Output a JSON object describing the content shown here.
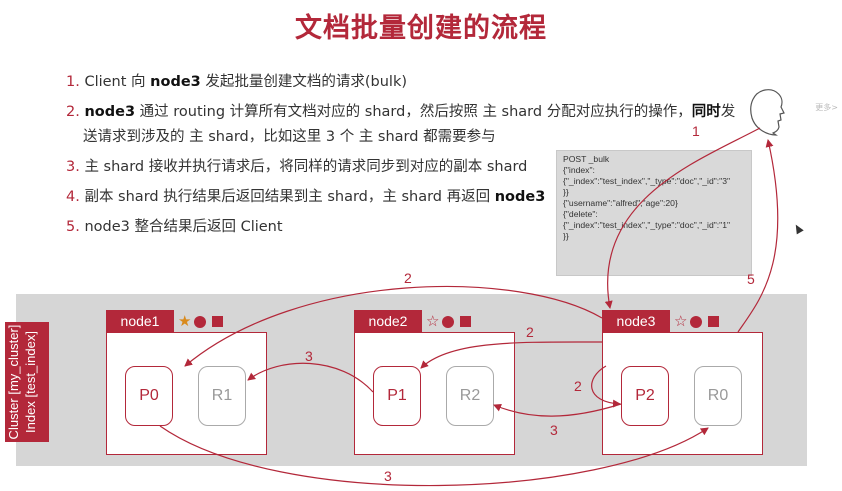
{
  "title": "文档批量创建的流程",
  "steps": [
    {
      "num": "1.",
      "parts": [
        "Client 向 ",
        "node3",
        " 发起批量创建文档的请求(bulk)"
      ]
    },
    {
      "num": "2.",
      "parts": [
        "node3",
        " 通过 routing 计算所有文档对应的 shard，然后按照 主 shard 分配对应执行的操作，",
        "同时",
        "发"
      ]
    },
    {
      "cont": "送请求到涉及的 主 shard，比如这里 3 个 主 shard 都需要参与"
    },
    {
      "num": "3.",
      "text": "主 shard 接收并执行请求后，将同样的请求同步到对应的副本 shard"
    },
    {
      "num": "4.",
      "parts": [
        "副本 shard 执行结果后返回结果到主 shard，主 shard 再返回 ",
        "node3"
      ]
    },
    {
      "num": "5.",
      "text": "node3 整合结果后返回 Client"
    }
  ],
  "more_label": "更多>",
  "code_lines": [
    "POST _bulk",
    "{\"index\":",
    "{\"_index\":\"test_index\",\"_type\":\"doc\",\"_id\":\"3\"",
    "}}",
    "{\"username\":\"alfred\",\"age\":20}",
    "{\"delete\":",
    "{\"_index\":\"test_index\",\"_type\":\"doc\",\"_id\":\"1\"",
    "}}"
  ],
  "cluster": {
    "line1": "Cluster [my_cluster]",
    "line2": "Index [test_index]"
  },
  "nodes": [
    {
      "name": "node1",
      "star": "★",
      "primary": "P0",
      "replica": "R1"
    },
    {
      "name": "node2",
      "star": "☆",
      "primary": "P1",
      "replica": "R2"
    },
    {
      "name": "node3",
      "star": "☆",
      "primary": "P2",
      "replica": "R0"
    }
  ],
  "arrow_labels": {
    "to_client": "1",
    "from_client": "5",
    "n3_to_p0": "2",
    "n3_to_p1": "2",
    "n3_to_p2": "2",
    "p0_to_r1": "3",
    "p1_to_r2": "3",
    "p2_to_r0": "3"
  },
  "colors": {
    "accent": "#b3283a",
    "cluster_bg": "#d6d6d6",
    "replica": "#aaaaaa",
    "star": "#d98a1c"
  }
}
